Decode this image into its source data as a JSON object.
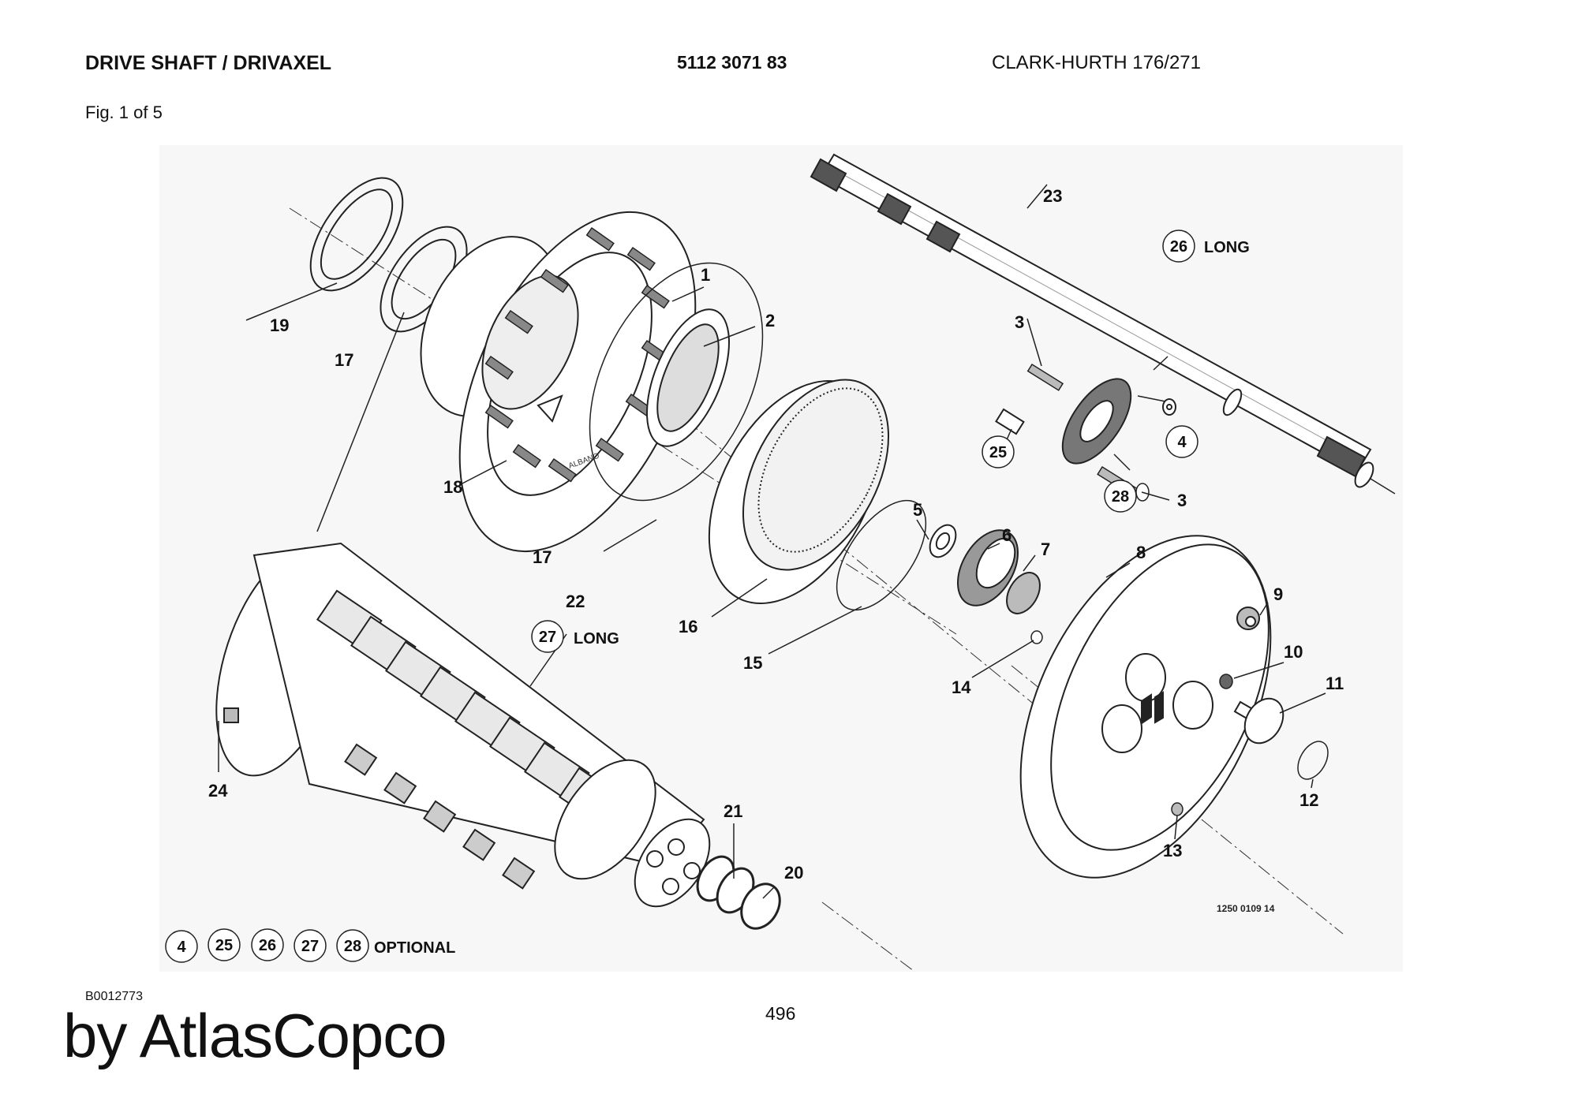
{
  "header": {
    "title": "DRIVE SHAFT / DRIVAXEL",
    "part_number": "5112 3071 83",
    "model": "CLARK-HURTH 176/271"
  },
  "figure_label": "Fig. 1 of 5",
  "diagram": {
    "callouts": [
      "1",
      "2",
      "3",
      "3",
      "5",
      "6",
      "7",
      "8",
      "9",
      "10",
      "11",
      "12",
      "13",
      "14",
      "15",
      "16",
      "17",
      "17",
      "18",
      "19",
      "20",
      "21",
      "22",
      "23",
      "24"
    ],
    "circled_callouts": [
      "4",
      "25",
      "26",
      "27",
      "28"
    ],
    "long_label": "LONG",
    "legend": {
      "items": [
        "4",
        "25",
        "26",
        "27",
        "28"
      ],
      "label": "OPTIONAL"
    },
    "drawing_ref": "1250 0109 14",
    "hub_stamp": "ALBANO"
  },
  "footer": {
    "doc_id": "B0012773",
    "page_number": "496",
    "brand": "by AtlasCopco"
  }
}
